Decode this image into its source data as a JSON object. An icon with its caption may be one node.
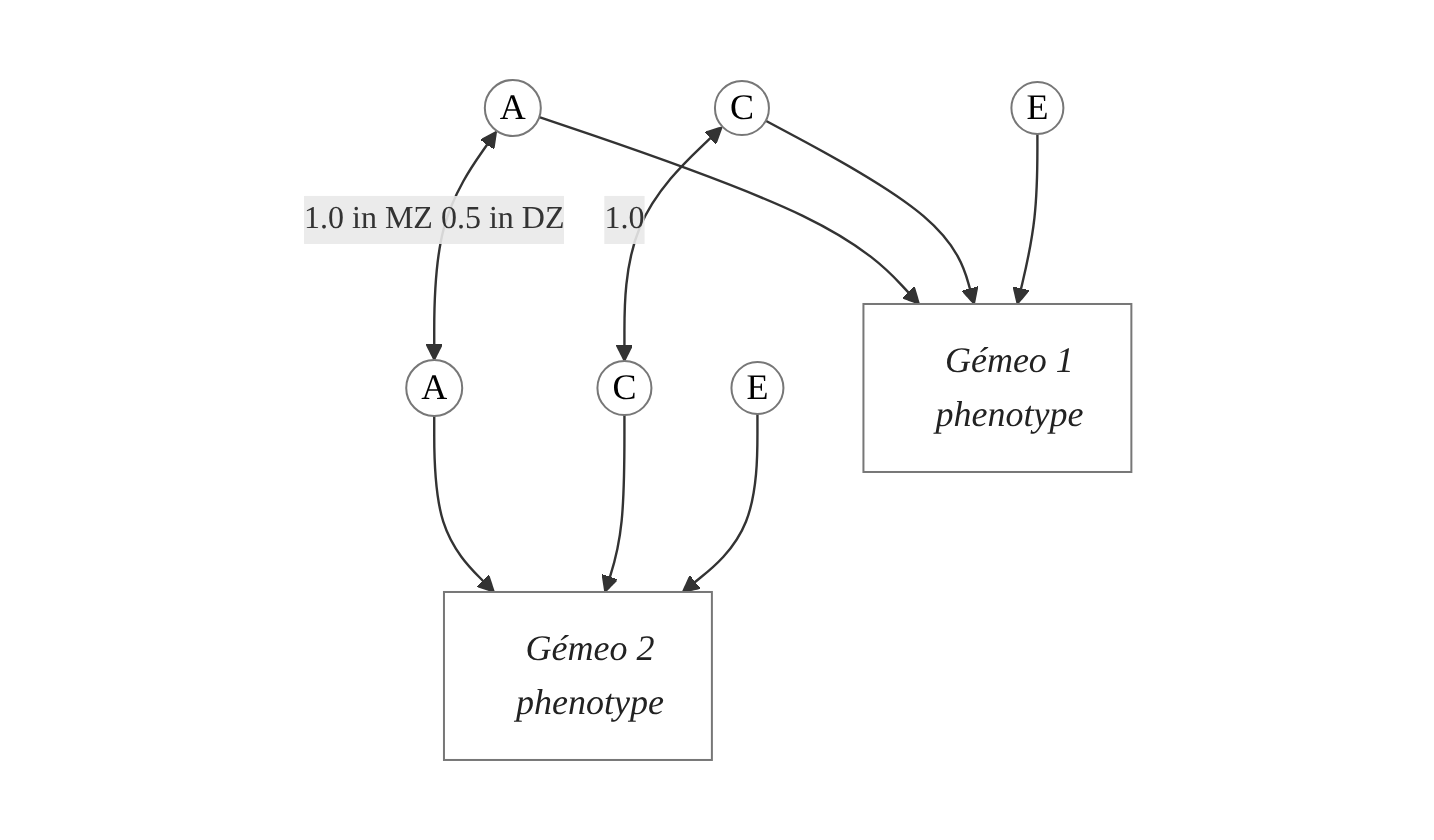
{
  "diagram": {
    "nodes": [
      {
        "text": [
          "A"
        ]
      },
      {
        "text": [
          "C"
        ]
      },
      {
        "text": [
          "E"
        ]
      },
      {
        "text": [
          "A"
        ]
      },
      {
        "text": [
          "C"
        ]
      },
      {
        "text": [
          "E"
        ]
      },
      {
        "text": [
          "Gémeo 1",
          "phenotype"
        ]
      },
      {
        "text": [
          "Gémeo 2",
          "phenotype"
        ]
      }
    ],
    "edges": [
      {
        "from": 0,
        "to": 3,
        "arrow": "both",
        "label": "1.0 in MZ 0.5 in DZ"
      },
      {
        "from": 1,
        "to": 4,
        "arrow": "both",
        "label": "1.0"
      },
      {
        "from": 0,
        "to": 6,
        "arrow": "to"
      },
      {
        "from": 1,
        "to": 6,
        "arrow": "to"
      },
      {
        "from": 2,
        "to": 6,
        "arrow": "to"
      },
      {
        "from": 3,
        "to": 7,
        "arrow": "to"
      },
      {
        "from": 4,
        "to": 7,
        "arrow": "to"
      },
      {
        "from": 5,
        "to": 7,
        "arrow": "to"
      }
    ]
  }
}
